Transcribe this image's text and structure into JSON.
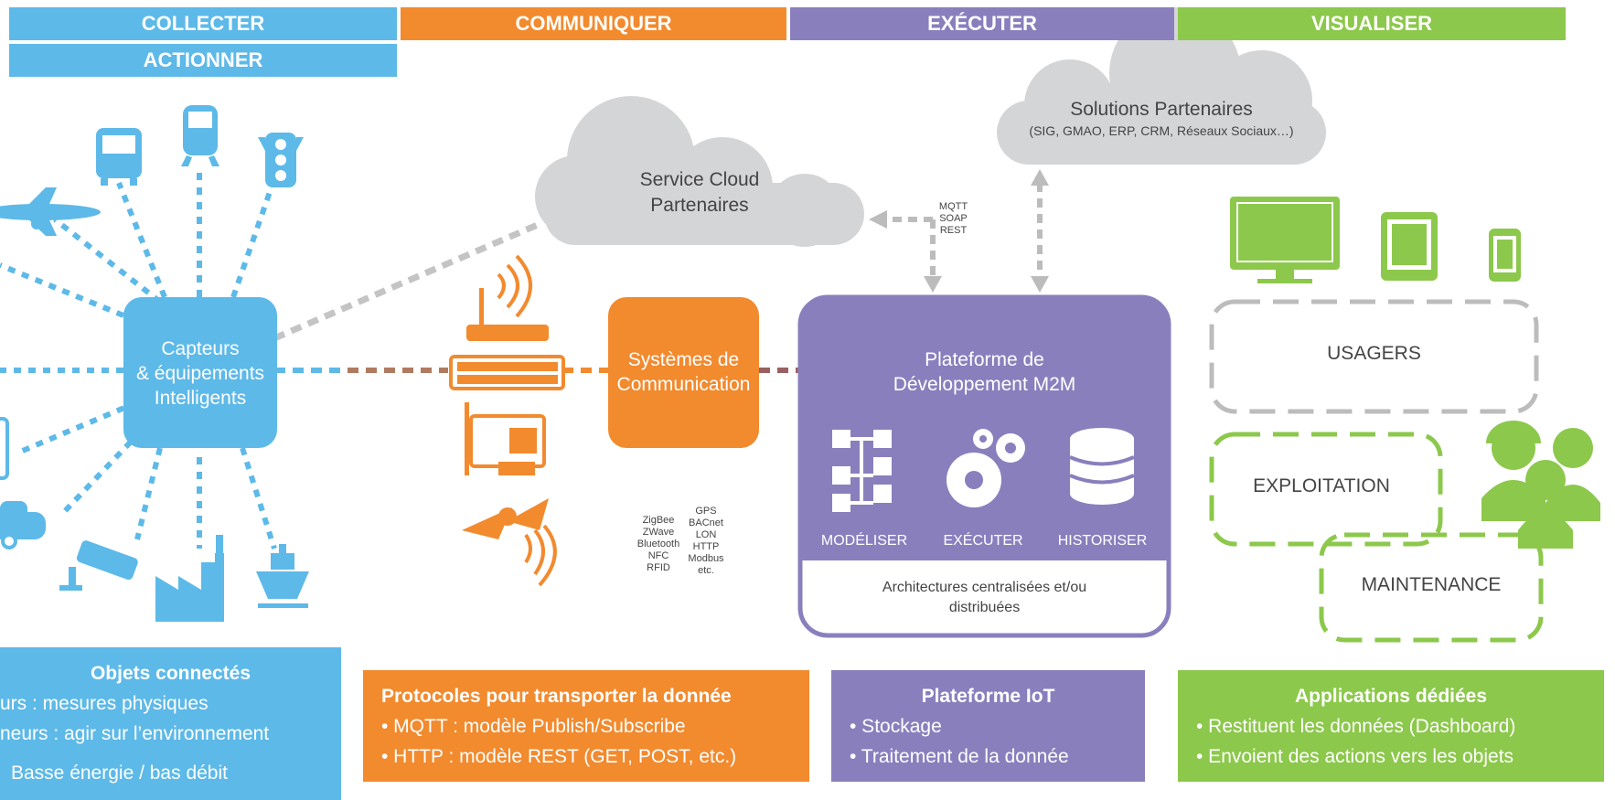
{
  "headers": {
    "collecter": "COLLECTER",
    "actionner": "ACTIONNER",
    "communiquer": "COMMUNIQUER",
    "executer": "EXÉCUTER",
    "visualiser": "VISUALISER"
  },
  "colors": {
    "blue": "#5db9e8",
    "orange": "#f28a2e",
    "purple": "#8a7fbd",
    "green": "#8cc84b",
    "cloud": "#d4d5d7",
    "grey_dash": "#bcbcbc"
  },
  "capteurs_box": {
    "line1": "Capteurs",
    "line2": "& équipements",
    "line3": "Intelligents"
  },
  "systemes_box": {
    "line1": "Systèmes de",
    "line2": "Communication"
  },
  "cloud_service": {
    "line1": "Service Cloud",
    "line2": "Partenaires"
  },
  "cloud_solutions": {
    "line1": "Solutions Partenaires",
    "line2": "(SIG, GMAO, ERP, CRM, Réseaux Sociaux…)"
  },
  "protocols_cloud": [
    "MQTT",
    "SOAP",
    "REST"
  ],
  "protocols_left": [
    "ZigBee",
    "ZWave",
    "Bluetooth",
    "NFC",
    "RFID"
  ],
  "protocols_right": [
    "GPS",
    "BACnet",
    "LON",
    "HTTP",
    "Modbus",
    "etc."
  ],
  "platform": {
    "title1": "Plateforme de",
    "title2": "Développement M2M",
    "modeliser": "MODÉLISER",
    "executer": "EXÉCUTER",
    "historiser": "HISTORISER",
    "footer1": "Architectures centralisées et/ou",
    "footer2": "distribuées"
  },
  "user_groups": {
    "usagers": "USAGERS",
    "exploitation": "EXPLOITATION",
    "maintenance": "MAINTENANCE"
  },
  "footer": {
    "objets": {
      "title": "Objets connectés",
      "line1": "urs : mesures physiques",
      "line2": "neurs : agir sur l’environnement",
      "line3": "Basse énergie / bas débit"
    },
    "protocoles": {
      "title": "Protocoles pour transporter la donnée",
      "line1": "• MQTT : modèle Publish/Subscribe",
      "line2": "• HTTP : modèle REST (GET, POST, etc.)"
    },
    "plateforme": {
      "title": "Plateforme IoT",
      "line1": "• Stockage",
      "line2": "• Traitement de la donnée"
    },
    "applications": {
      "title": "Applications dédiées",
      "line1": "• Restituent les données (Dashboard)",
      "line2": "• Envoient des actions vers les objets"
    }
  }
}
